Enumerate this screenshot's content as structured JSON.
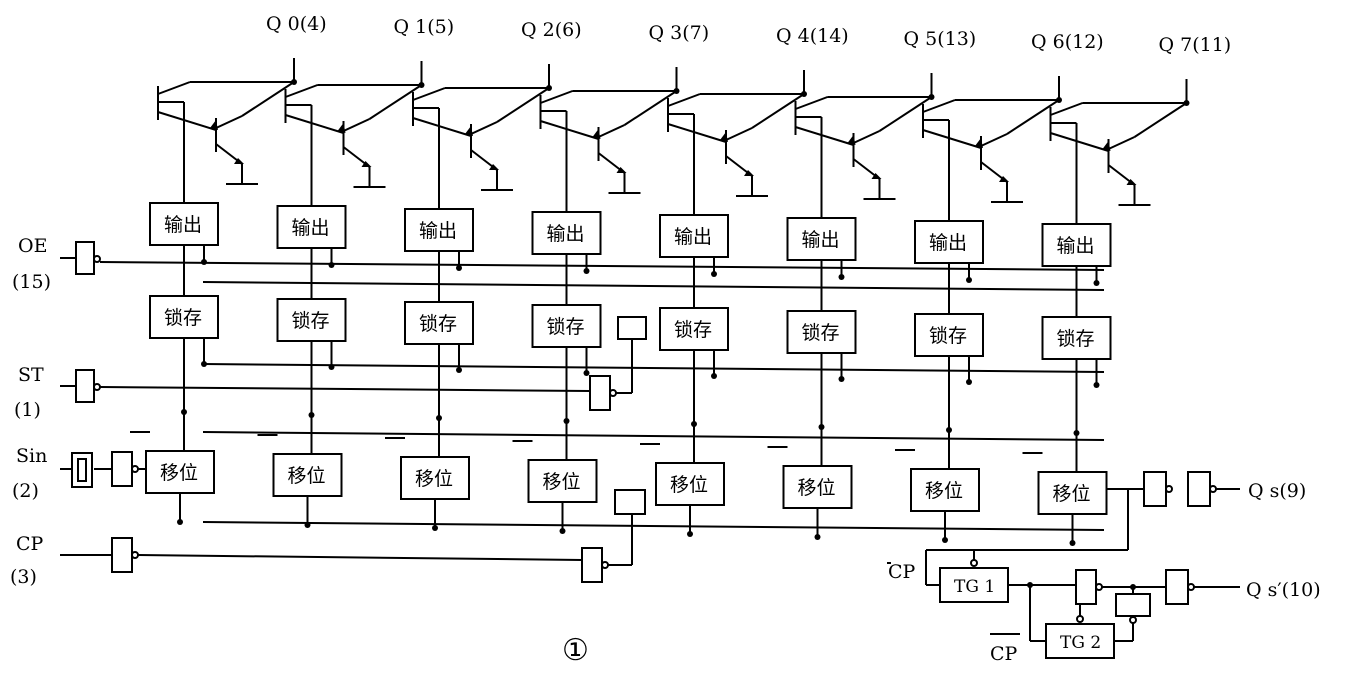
{
  "outputs": [
    "Q 0(4)",
    "Q 1(5)",
    "Q 2(6)",
    "Q 3(7)",
    "Q 4(14)",
    "Q 5(13)",
    "Q 6(12)",
    "Q 7(11)"
  ],
  "inputs": {
    "oe": "OE",
    "oe_pin": "(15)",
    "st": "ST",
    "st_pin": "(1)",
    "sin": "Sin",
    "sin_pin": "(2)",
    "cp": "CP",
    "cp_pin": "(3)"
  },
  "blocks": {
    "output": "输出",
    "latch": "锁存",
    "shift": "移位"
  },
  "serial_outputs": {
    "qs": "Q s(9)",
    "qs_prime": "Q s′(10)"
  },
  "gates": {
    "tg1": "TG 1",
    "tg2": "TG 2",
    "cp_bar_top": "CP",
    "cp_bar_bottom": "CP"
  },
  "figure_number": "①",
  "stage_count": 8
}
